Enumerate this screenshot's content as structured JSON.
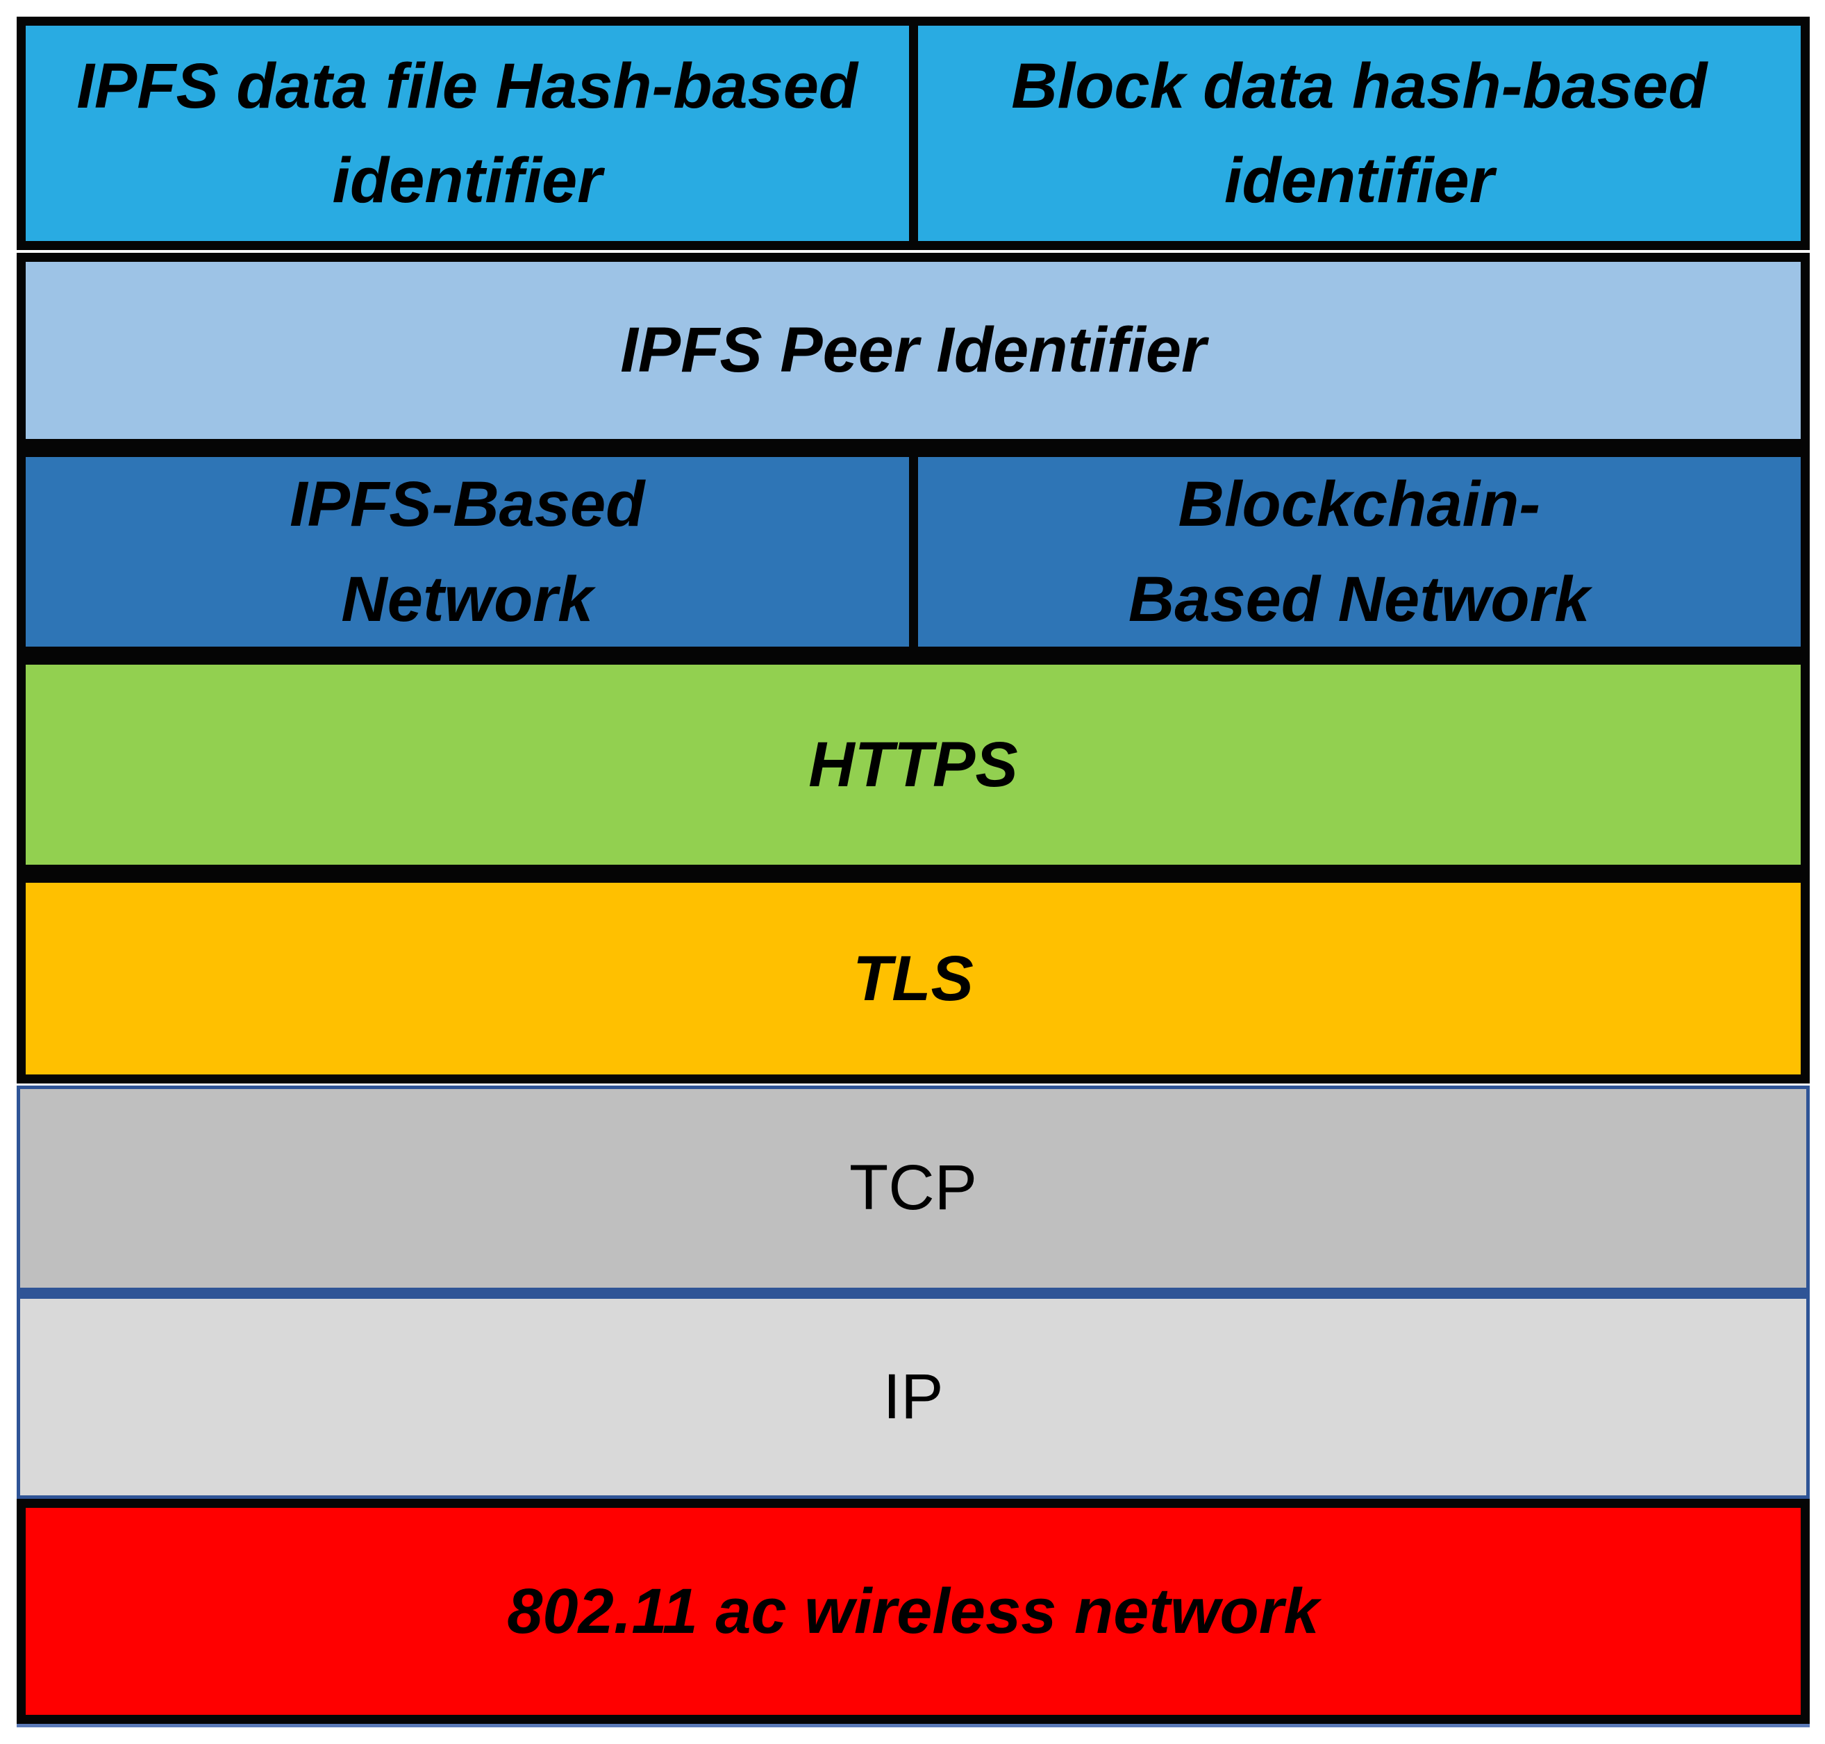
{
  "figure": {
    "kind": "network-protocol-stack-diagram",
    "border_colors": {
      "black": "#050505",
      "blue": "#2F5496"
    },
    "layers": [
      {
        "name": "hash-identifier-layer",
        "color": "#29ABE2",
        "cells": [
          {
            "lines": [
              "IPFS data file Hash-based",
              "identifier"
            ]
          },
          {
            "lines": [
              "Block data hash-based",
              "identifier"
            ]
          }
        ]
      },
      {
        "name": "peer-identifier-layer",
        "color": "#9DC3E6",
        "lines": [
          "IPFS Peer Identifier"
        ]
      },
      {
        "name": "network-layer",
        "color": "#2E75B6",
        "cells": [
          {
            "lines": [
              "IPFS-Based",
              "Network"
            ]
          },
          {
            "lines": [
              "Blockchain-",
              "Based Network"
            ]
          }
        ]
      },
      {
        "name": "https-layer",
        "color": "#92D050",
        "lines": [
          "HTTPS"
        ]
      },
      {
        "name": "tls-layer",
        "color": "#FFC000",
        "lines": [
          "TLS"
        ]
      },
      {
        "name": "tcp-layer",
        "color": "#BFBFBF",
        "lines": [
          "TCP"
        ]
      },
      {
        "name": "ip-layer",
        "color": "#D9D9D9",
        "lines": [
          "IP"
        ]
      },
      {
        "name": "wireless-layer",
        "color": "#FF0000",
        "lines": [
          "802.11 ac wireless network"
        ]
      }
    ]
  }
}
